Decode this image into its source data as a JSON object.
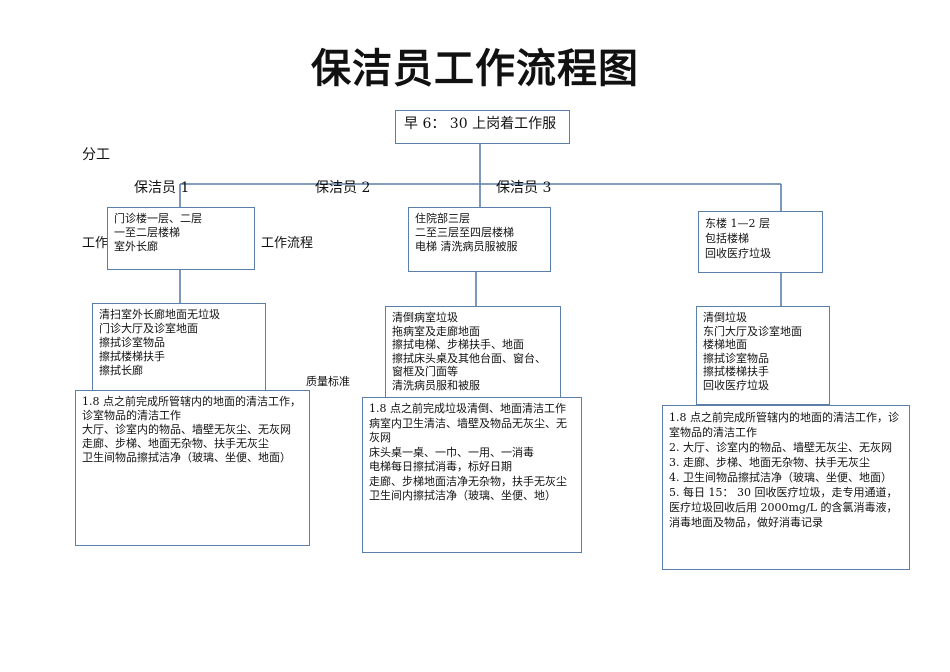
{
  "document": {
    "title": "保洁员工作流程图",
    "top_box": "早 6： 30 上岗着工作服",
    "division_label": "分工",
    "roles": [
      "保洁员 1",
      "保洁员 2",
      "保洁员 3"
    ],
    "work_label": "工作",
    "workflow_label": "工作流程",
    "quality_label": "质量标准",
    "areas": [
      "门诊楼一层、二层\n一至二层楼梯\n室外长廊",
      "住院部三层\n二至三层至四层楼梯\n电梯      清洗病员服被服",
      "东楼 1—2 层\n包括楼梯\n回收医疗垃圾"
    ],
    "tasks": [
      "清扫室外长廊地面无垃圾\n门诊大厅及诊室地面\n擦拭诊室物品\n擦拭楼梯扶手\n擦拭长廊",
      "清倒病室垃圾\n拖病室及走廊地面\n擦拭电梯、步梯扶手、地面\n擦拭床头桌及其他台面、窗台、窗框及门面等\n清洗病员服和被服",
      "清倒垃圾\n东门大厅及诊室地面\n楼梯地面\n擦拭诊室物品\n擦拭楼梯扶手\n回收医疗垃圾"
    ],
    "standards": [
      "1.8 点之前完成所管辖内的地面的清洁工作，诊室物品的清洁工作\n大厅、诊室内的物品、墙壁无灰尘、无灰网\n走廊、步梯、地面无杂物、扶手无灰尘\n卫生间物品擦拭洁净（玻璃、坐便、地面）",
      "1.8 点之前完成垃圾清倒、地面清洁工作\n病室内卫生清洁、墙壁及物品无灰尘、无灰网\n床头桌一桌、一巾、一用、一消毒\n电梯每日擦拭消毒，标好日期\n走廊、步梯地面洁净无杂物，扶手无灰尘\n卫生间内擦拭洁净（玻璃、坐便、地）",
      "1.8 点之前完成所管辖内的地面的清洁工作，诊室物品的清洁工作\n2. 大厅、诊室内的物品、墙壁无灰尘、无灰网\n3. 走廊、步梯、地面无杂物、扶手无灰尘\n4. 卫生间物品擦拭洁净（玻璃、坐便、地面）\n5. 每日 15： 30 回收医疗垃圾，走专用通道，医疗垃圾回收后用 2000mg/L 的含氯消毒液，消毒地面及物品，做好消毒记录"
    ],
    "colors": {
      "line": "#5b7fa8",
      "text": "#111111"
    }
  }
}
